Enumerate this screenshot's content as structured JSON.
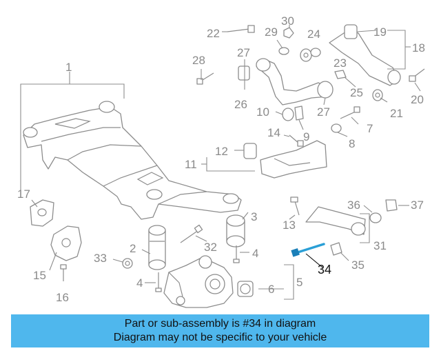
{
  "callouts": {
    "n1": "1",
    "n2": "2",
    "n3": "3",
    "n4a": "4",
    "n4b": "4",
    "n5": "5",
    "n6": "6",
    "n7": "7",
    "n8": "8",
    "n9": "9",
    "n10": "10",
    "n11": "11",
    "n12": "12",
    "n13": "13",
    "n14": "14",
    "n15": "15",
    "n16": "16",
    "n17": "17",
    "n18": "18",
    "n19": "19",
    "n20": "20",
    "n21": "21",
    "n22": "22",
    "n23": "23",
    "n24": "24",
    "n25": "25",
    "n26": "26",
    "n27a": "27",
    "n27b": "27",
    "n28": "28",
    "n29": "29",
    "n30": "30",
    "n31": "31",
    "n32": "32",
    "n33": "33",
    "n34": "34",
    "n35": "35",
    "n36": "36",
    "n37": "37"
  },
  "highlighted_part": "34",
  "colors": {
    "banner": "#4fb7ed",
    "highlight_part": "#2a9fd6",
    "line": "#8c8c8c"
  },
  "banner": {
    "line1": "Part or sub-assembly is #34 in diagram",
    "line2": "Diagram may not be specific to your vehicle"
  }
}
